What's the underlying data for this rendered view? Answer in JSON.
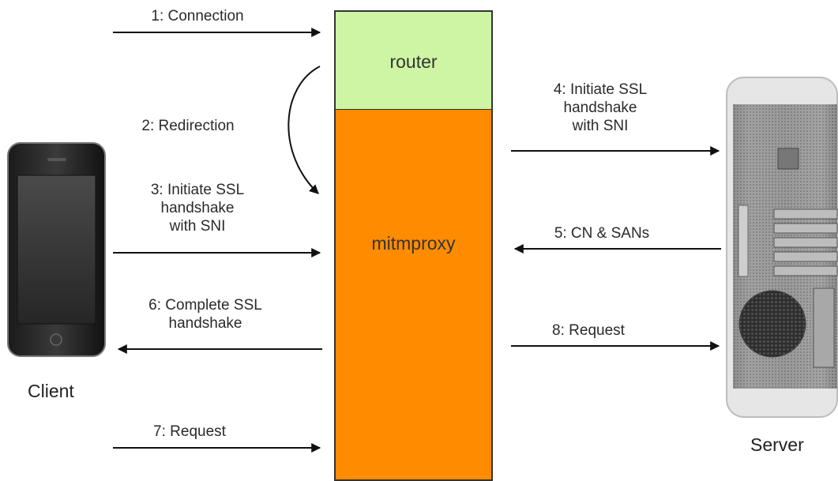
{
  "nodes": {
    "router": "router",
    "mitmproxy": "mitmproxy",
    "client": "Client",
    "server": "Server"
  },
  "steps": {
    "s1": "1: Connection",
    "s2": "2: Redirection",
    "s3": "3: Initiate SSL\nhandshake\nwith SNI",
    "s4": "4: Initiate SSL\nhandshake\nwith SNI",
    "s5": "5: CN & SANs",
    "s6": "6: Complete SSL\nhandshake",
    "s7": "7: Request",
    "s8": "8: Request"
  },
  "colors": {
    "router_fill": "#cdf5a3",
    "proxy_fill": "#ff8c00",
    "arrow": "#111111"
  }
}
